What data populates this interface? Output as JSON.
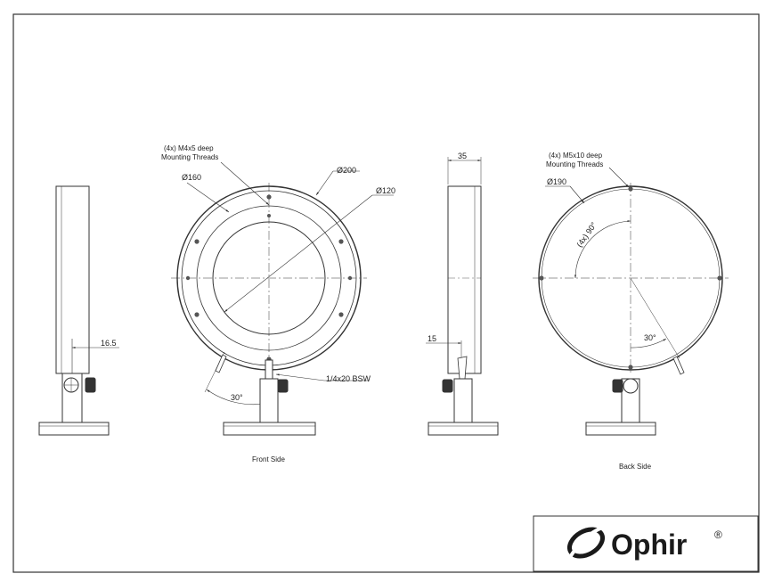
{
  "views": {
    "front": {
      "caption": "Front Side",
      "labels": {
        "mount_threads": [
          "(4x) M4x5 deep",
          "Mounting Threads"
        ],
        "dia_160": "160",
        "dia_200": "200",
        "dia_120": "120",
        "angle": "30°",
        "bsw": "1/4x20 BSW"
      }
    },
    "left": {
      "dim_16_5": "16.5"
    },
    "side": {
      "dim_35": "35",
      "dim_15": "15"
    },
    "back": {
      "caption": "Back Side",
      "labels": {
        "mount_threads": [
          "(4x) M5x10 deep",
          "Mounting Threads"
        ],
        "dia_190": "190",
        "angle_90": "(4x) 90°",
        "angle_30": "30°"
      }
    }
  },
  "diameter_symbol": "Ø",
  "logo": {
    "name": "Ophir",
    "mark": "®"
  }
}
